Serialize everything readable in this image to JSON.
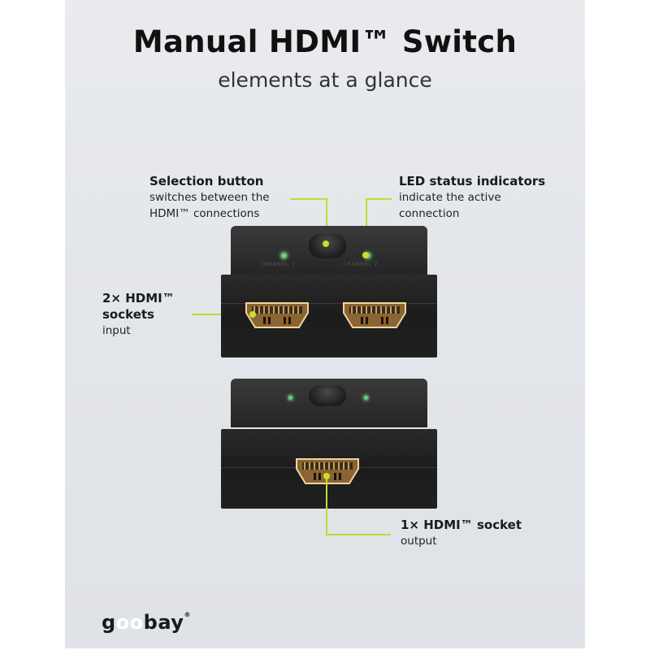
{
  "header": {
    "title": "Manual HDMI™ Switch",
    "subtitle": "elements at a glance"
  },
  "callouts": [
    {
      "id": "selection-button",
      "title": "Selection button",
      "lines": [
        "switches between the",
        "HDMI™ connections"
      ]
    },
    {
      "id": "led-status",
      "title": "LED status indicators",
      "lines": [
        "indicate the active",
        "connection"
      ]
    },
    {
      "id": "input-sockets",
      "title_lines": [
        "2× HDMI™",
        "sockets"
      ],
      "lines": [
        "input"
      ]
    },
    {
      "id": "output-socket",
      "title": "1× HDMI™ socket",
      "lines": [
        "output"
      ]
    }
  ],
  "device": {
    "channel_labels": [
      "CHANNEL 1",
      "CHANNEL 2"
    ]
  },
  "brand": {
    "logo_prefix": "g",
    "logo_oo": "oo",
    "logo_suffix": "bay",
    "registered": "®"
  },
  "colors": {
    "accent": "#c5d92e",
    "background": "#e6e8eb",
    "device": "#222222",
    "connector_gold": "#b88a4a"
  }
}
